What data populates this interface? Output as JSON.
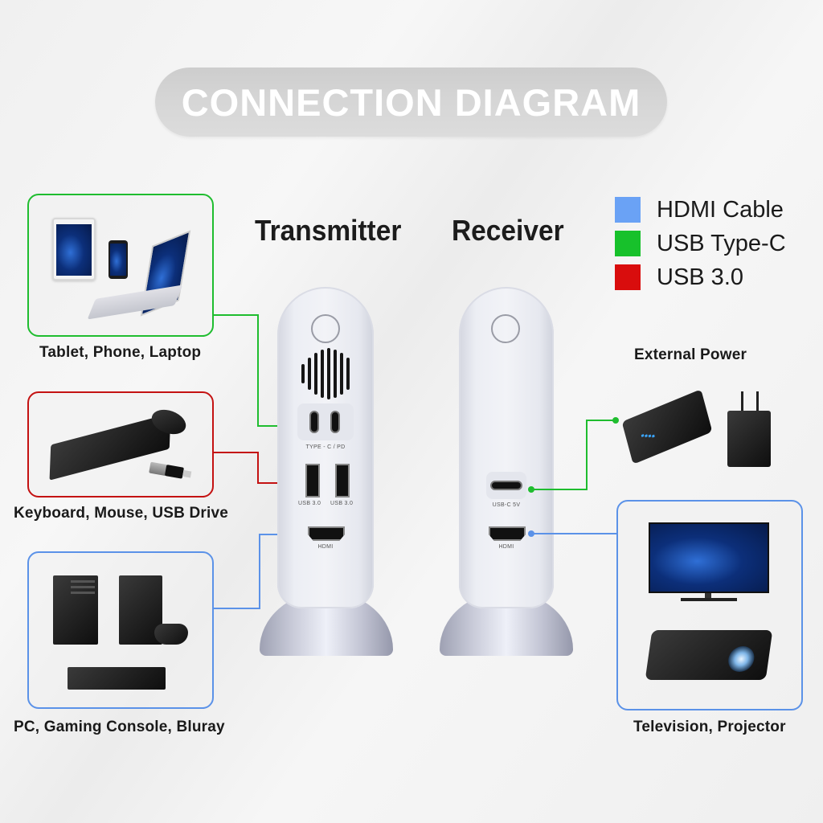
{
  "title": "CONNECTION DIAGRAM",
  "headings": {
    "transmitter": "Transmitter",
    "receiver": "Receiver"
  },
  "legend": [
    {
      "label": "HDMI Cable",
      "color": "#6aa2f5"
    },
    {
      "label": "USB Type-C",
      "color": "#17c12b"
    },
    {
      "label": "USB 3.0",
      "color": "#d90d0d"
    }
  ],
  "colors": {
    "hdmi": "#5b92e8",
    "usbc": "#1fbd2f",
    "usb3": "#c41212"
  },
  "sources": [
    {
      "caption": "Tablet, Phone, Laptop",
      "connection": "USB Type-C",
      "icons": [
        "tablet-icon",
        "phone-icon",
        "laptop-icon"
      ]
    },
    {
      "caption": "Keyboard, Mouse, USB Drive",
      "connection": "USB 3.0",
      "icons": [
        "keyboard-icon",
        "mouse-icon",
        "usb-drive-icon"
      ]
    },
    {
      "caption": "PC, Gaming Console, Bluray",
      "connection": "HDMI Cable",
      "icons": [
        "pc-tower-icon",
        "game-console-icon",
        "gamepad-icon",
        "bluray-player-icon"
      ]
    }
  ],
  "transmitter_ports": {
    "typec_label": "TYPE - C / PD",
    "usb_left_label": "USB 3.0",
    "usb_right_label": "USB 3.0",
    "hdmi_label": "HDMI"
  },
  "receiver_ports": {
    "usbc_label": "USB-C 5V",
    "hdmi_label": "HDMI"
  },
  "external_power": {
    "caption": "External Power",
    "icons": [
      "power-bank-icon",
      "wall-adapter-icon"
    ]
  },
  "display": {
    "caption": "Television, Projector",
    "icons": [
      "television-icon",
      "projector-icon"
    ]
  }
}
